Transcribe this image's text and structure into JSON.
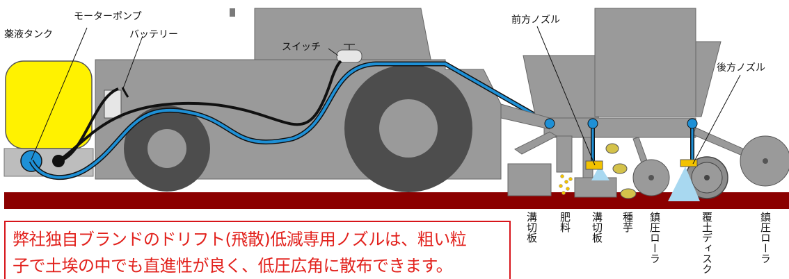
{
  "labels": {
    "chemical_tank": "薬液タンク",
    "motor_pump": "モーターポンプ",
    "battery": "バッテリー",
    "switch": "スイッチ",
    "front_nozzle": "前方ノズル",
    "rear_nozzle": "後方ノズル",
    "furrow_plate_1": "溝切板",
    "fertilizer": "肥料",
    "furrow_plate_2": "溝切板",
    "seed_potato": "種芋",
    "press_roller_1": "鎮圧ローラ",
    "covering_disc": "覆土ディスク",
    "press_roller_2": "鎮圧ローラ"
  },
  "notice": {
    "line1": "弊社独自ブランドのドリフト(飛散)低減専用ノズルは、粗い粒",
    "line2": "子で土埃の中でも直進性が良く、低圧広角に散布できます。"
  },
  "colors": {
    "tank": "#fff200",
    "machine": "#8c8c8c",
    "hose": "#1e90d6",
    "ground": "#8b0000",
    "nozzle": "#f2c200",
    "spray": "#a8d8f0",
    "accent_red": "#e2211c"
  }
}
